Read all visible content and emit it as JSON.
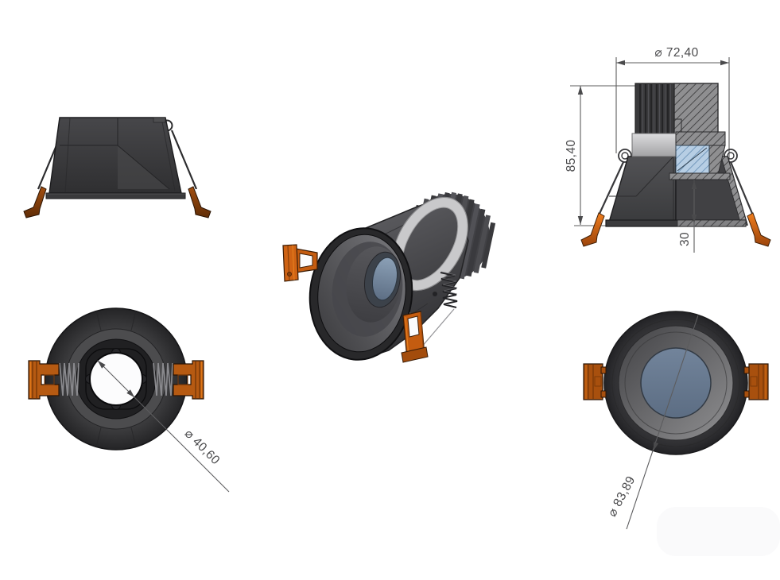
{
  "drawing": {
    "background": "#ffffff",
    "dimension_text_color": "#4a4a4c",
    "accent_orange": "#c45c10",
    "body_grey": "#3a3a3c",
    "collar_grey": "#c8c8ca",
    "lens_blue": "#8ea5bc",
    "dimensions": {
      "overall_diameter": {
        "label": "⌀ 72,40",
        "value": 72.4
      },
      "overall_height": {
        "label": "85,40",
        "value": 85.4
      },
      "recess_depth": {
        "label": "30",
        "value": 30
      },
      "aperture_diameter": {
        "label": "⌀ 40,60",
        "value": 40.6
      },
      "face_diameter": {
        "label": "⌀ 83,89",
        "value": 83.89
      }
    }
  }
}
